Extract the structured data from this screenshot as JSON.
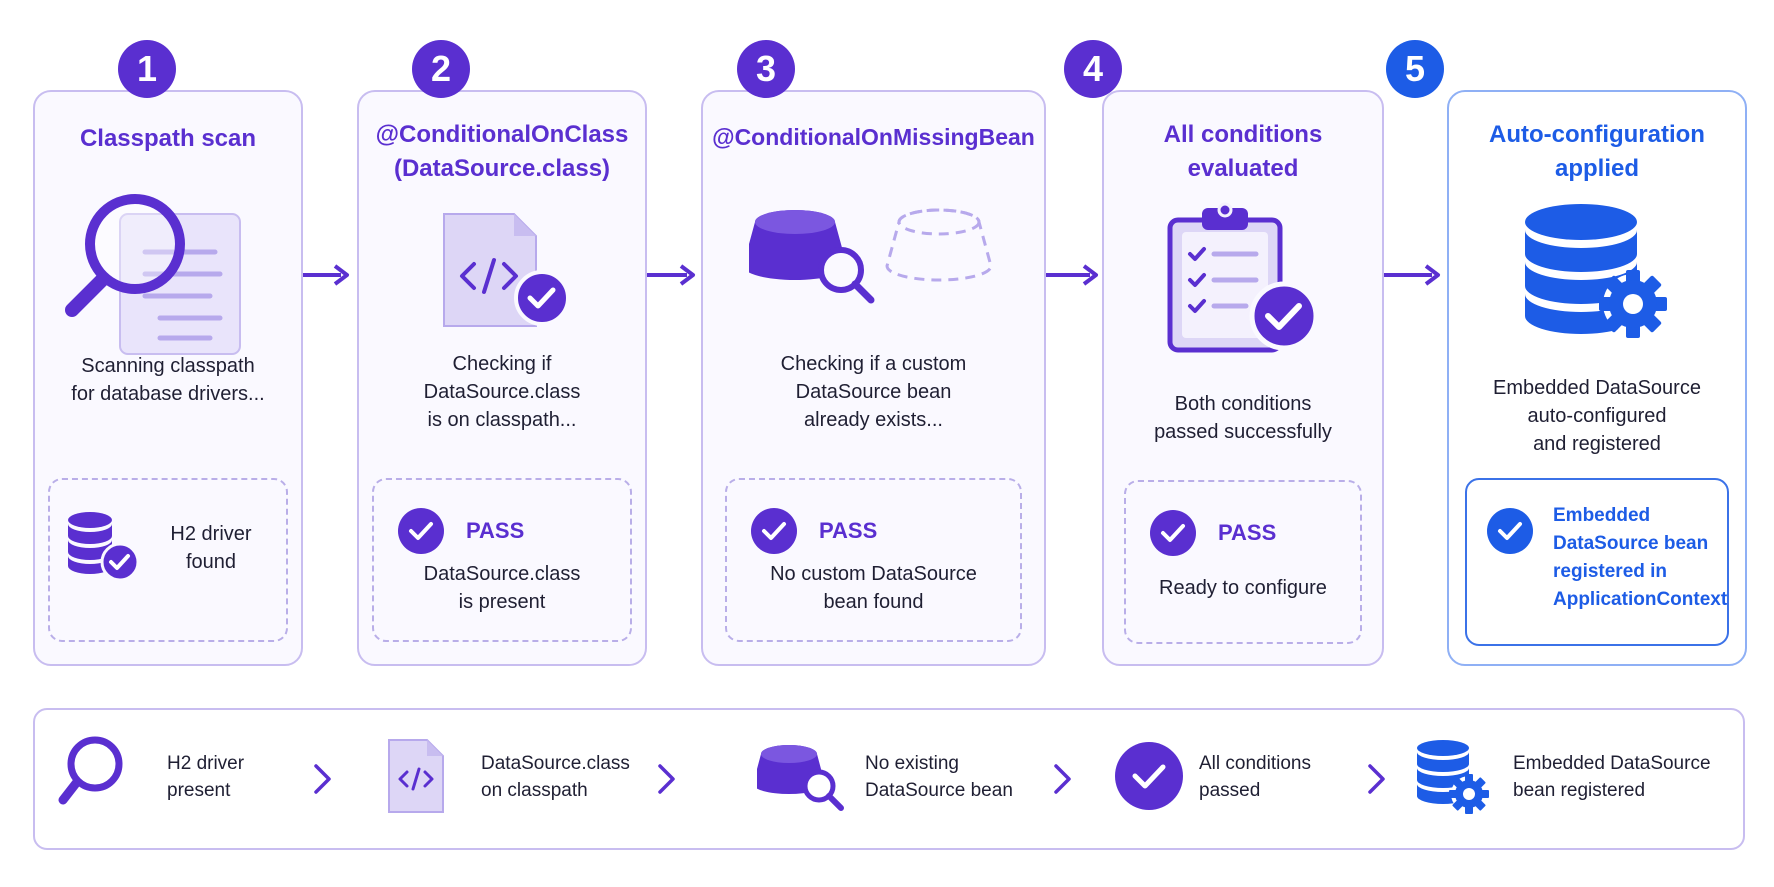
{
  "steps": [
    {
      "number": "1",
      "title": "Classpath scan",
      "description": "Scanning classpath\nfor database drivers...",
      "result_text": "H2 driver\nfound"
    },
    {
      "number": "2",
      "title": "@ConditionalOnClass\n(DataSource.class)",
      "description": "Checking if\nDataSource.class\nis on classpath...",
      "pass_label": "PASS",
      "result_text": "DataSource.class\nis present"
    },
    {
      "number": "3",
      "title": "@ConditionalOnMissingBean",
      "description": "Checking if a custom\nDataSource bean\nalready exists...",
      "pass_label": "PASS",
      "result_text": "No custom DataSource\nbean found"
    },
    {
      "number": "4",
      "title": "All conditions\nevaluated",
      "description": "Both conditions\npassed successfully",
      "pass_label": "PASS",
      "result_text": "Ready to configure"
    },
    {
      "number": "5",
      "title": "Auto-configuration\napplied",
      "description": "Embedded DataSource\nauto-configured\nand registered",
      "result_text": "Embedded\nDataSource bean\nregistered in\nApplicationContext"
    }
  ],
  "summary": [
    {
      "text": "H2 driver\npresent",
      "icon": "magnifier-icon"
    },
    {
      "text": "DataSource.class\non classpath",
      "icon": "code-file-icon"
    },
    {
      "text": "No existing\nDataSource bean",
      "icon": "database-search-icon"
    },
    {
      "text": "All conditions\npassed",
      "icon": "check-circle-icon"
    },
    {
      "text": "Embedded DataSource\nbean registered",
      "icon": "database-gear-icon"
    }
  ],
  "colors": {
    "primary": "#5a2fd0",
    "accent_blue": "#1d5ce6",
    "card_border": "#c8bdf0",
    "light_fill": "#ddd6f6"
  }
}
